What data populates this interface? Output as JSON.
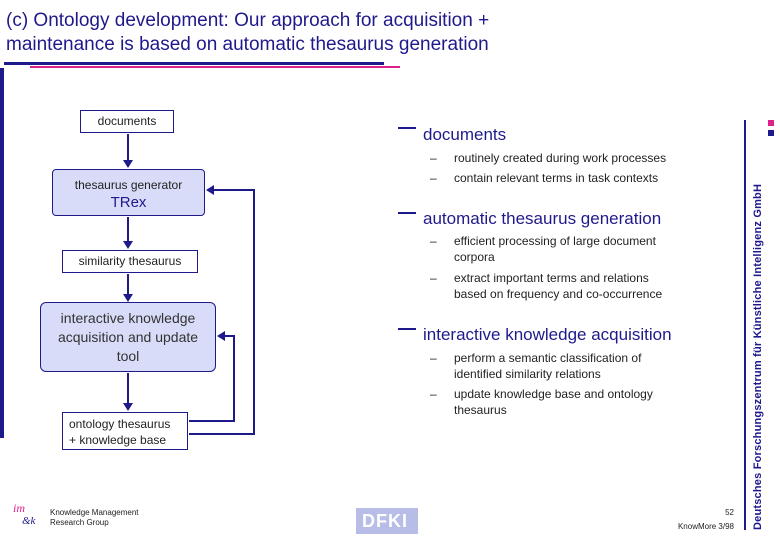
{
  "title_line1": "(c) Ontology development: Our approach for acquisition +",
  "title_line2": "maintenance is based on automatic thesaurus generation",
  "diagram": {
    "documents": "documents",
    "thesaurus_generator": "thesaurus generator",
    "trex": "TRex",
    "similarity_thesaurus": "similarity thesaurus",
    "interactive_1": "interactive knowledge",
    "interactive_2": "acquisition and update",
    "interactive_3": "tool",
    "ontology_1": "ontology thesaurus",
    "ontology_2": "+ knowledge base"
  },
  "bullets": [
    {
      "heading": "documents",
      "items": [
        [
          "routinely created during work processes"
        ],
        [
          "contain relevant terms in task contexts"
        ]
      ]
    },
    {
      "heading": "automatic thesaurus generation",
      "items": [
        [
          "efficient processing of large document",
          "corpora"
        ],
        [
          "extract important terms and relations",
          "based on frequency and co-occurrence"
        ]
      ]
    },
    {
      "heading": "interactive knowledge acquisition",
      "items": [
        [
          "perform a semantic classification of",
          "identified similarity relations"
        ],
        [
          "update knowledge base and ontology",
          "thesaurus"
        ]
      ]
    }
  ],
  "side_label": "Deutsches Forschungszentrum für Künstliche Intelligenz GmbH",
  "footer": {
    "group_line1": "Knowledge Management",
    "group_line2": "Research Group",
    "logo_text": "DFKI",
    "page_number": "52",
    "doc_ref": "KnowMore 3/98"
  },
  "colors": {
    "primary": "#1f1a8c",
    "accent": "#e0208a",
    "box_fill": "#d8dcf8"
  }
}
